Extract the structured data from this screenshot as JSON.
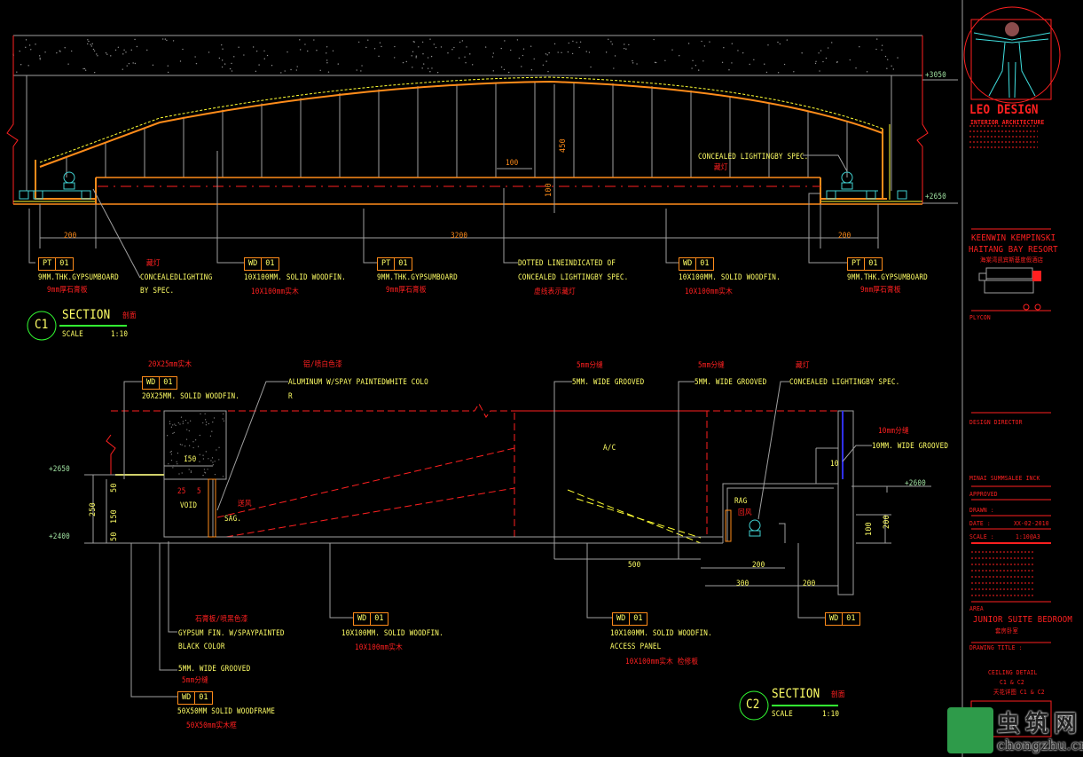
{
  "colors": {
    "background": "#000000",
    "annotation": "#ffff66",
    "chinese": "#ff2020",
    "dimension": "#ff8c1a",
    "structure": "#a0a0a0",
    "equipment": "#40d0d0",
    "section_circle": "#33ff33"
  },
  "c1": {
    "elev_top": "+3050",
    "elev_ceiling": "+2650",
    "dims": {
      "left": "200",
      "middle": "3200",
      "right": "200",
      "cove_w": "100",
      "rise": "450",
      "cove_h": "100"
    },
    "lighting_note": {
      "en": "CONCEALED LIGHTINGBY SPEC.",
      "cn": "藏灯"
    },
    "callouts": [
      {
        "tag": "PT",
        "num": "01",
        "en": "9MM.THK.GYPSUMBOARD",
        "cn": "9mm厚石膏板"
      },
      {
        "cn_top": "藏灯",
        "en1": "CONCEALEDLIGHTING",
        "en2": "BY SPEC."
      },
      {
        "tag": "WD",
        "num": "01",
        "en": "10X100MM. SOLID WOODFIN.",
        "cn": "10X100mm实木"
      },
      {
        "tag": "PT",
        "num": "01",
        "en": "9MM.THK.GYPSUMBOARD",
        "cn": "9mm厚石膏板"
      },
      {
        "en1": "DOTTED LINEINDICATED OF",
        "en2": "CONCEALED LIGHTINGBY SPEC.",
        "cn": "虚线表示藏灯"
      },
      {
        "tag": "WD",
        "num": "01",
        "en": "10X100MM. SOLID WOODFIN.",
        "cn": "10X100mm实木"
      },
      {
        "tag": "PT",
        "num": "01",
        "en": "9MM.THK.GYPSUMBOARD",
        "cn": "9mm厚石膏板"
      }
    ],
    "section": {
      "id": "C1",
      "title": "SECTION",
      "cn": "剖面",
      "scale_label": "SCALE",
      "scale": "1:10"
    }
  },
  "c2": {
    "top_callouts": [
      {
        "cn": "20X25mm实木",
        "tag": "WD",
        "num": "01",
        "en": "20X25MM. SOLID WOODFIN."
      },
      {
        "cn": "铝/喷白色漆",
        "en1": "ALUMINUM W/SPAY PAINTEDWHITE COLO",
        "en2": "R"
      },
      {
        "cn": "5mm分缝",
        "en": "5MM. WIDE GROOVED"
      },
      {
        "cn": "5mm分缝",
        "en": "5MM. WIDE GROOVED"
      },
      {
        "cn": "藏灯",
        "en": "CONCEALED LIGHTINGBY SPEC."
      },
      {
        "cn": "10mm分缝",
        "en": "10MM. WIDE GROOVED"
      }
    ],
    "labels": {
      "ac": "A/C",
      "void": "VOID",
      "sag": "SAG.",
      "sag_cn": "送风",
      "rag": "RAG",
      "rag_cn": "回风"
    },
    "elevs": {
      "left_top": "+2650",
      "left_bottom": "+2400",
      "right": "+2600"
    },
    "dims": {
      "left_h": "250",
      "void_w": "150",
      "panel": "500",
      "rag_w": "200",
      "box_w": "300",
      "wall_w": "200",
      "gap": "10",
      "right_h": "200",
      "right_h2": "100",
      "d50a": "50",
      "d150": "150",
      "d50b": "50",
      "d25": "25",
      "d5": "5"
    },
    "bottom_callouts": [
      {
        "cn": "石膏板/喷黑色漆",
        "en1": "GYPSUM FIN. W/SPAYPAINTED",
        "en2": "BLACK COLOR"
      },
      {
        "tag": "WD",
        "num": "01",
        "en": "10X100MM. SOLID WOODFIN.",
        "cn": "10X100mm实木"
      },
      {
        "tag": "WD",
        "num": "01",
        "en1": "10X100MM. SOLID WOODFIN.",
        "en2": "ACCESS PANEL",
        "cn": "10X100mm实木  检修板"
      },
      {
        "tag": "WD",
        "num": "01"
      },
      {
        "en": "5MM. WIDE GROOVED",
        "cn": "5mm分缝"
      },
      {
        "tag": "WD",
        "num": "01",
        "en": "50X50MM SOLID WOODFRAME",
        "cn": "50X50mm实木框"
      }
    ],
    "section": {
      "id": "C2",
      "title": "SECTION",
      "cn": "剖面",
      "scale_label": "SCALE",
      "scale": "1:10"
    }
  },
  "title_block": {
    "logo": {
      "name": "LEO DESIGN",
      "sub": "INTERIOR ARCHITECTURE"
    },
    "project_en1": "KEENWIN KEMPINSKI",
    "project_en2": "HAITANG BAY RESORT",
    "project_cn": "海棠湾凯宾斯基度假酒店",
    "plycon": "PLYCON",
    "design_director": "DESIGN DIRECTOR",
    "designer": "MINAI SUMMSALEE INCK",
    "approved": "APPROVED",
    "drawn": "DRAWN :",
    "date_label": "DATE :",
    "date": "XX-02-2010",
    "scale_label": "SCALE :",
    "scale": "1:10@A3",
    "area_label": "AREA",
    "area_en": "JUNIOR SUITE BEDROOM",
    "area_cn": "套房卧室",
    "drawing_title_label": "DRAWING TITLE :",
    "drawing_title1": "CEILING DETAIL",
    "drawing_title2": "C1 & C2",
    "drawing_title_cn": "天花详图 C1 & C2"
  },
  "watermark": {
    "cn": "虫筑网",
    "url": "chongzhu.cn"
  }
}
